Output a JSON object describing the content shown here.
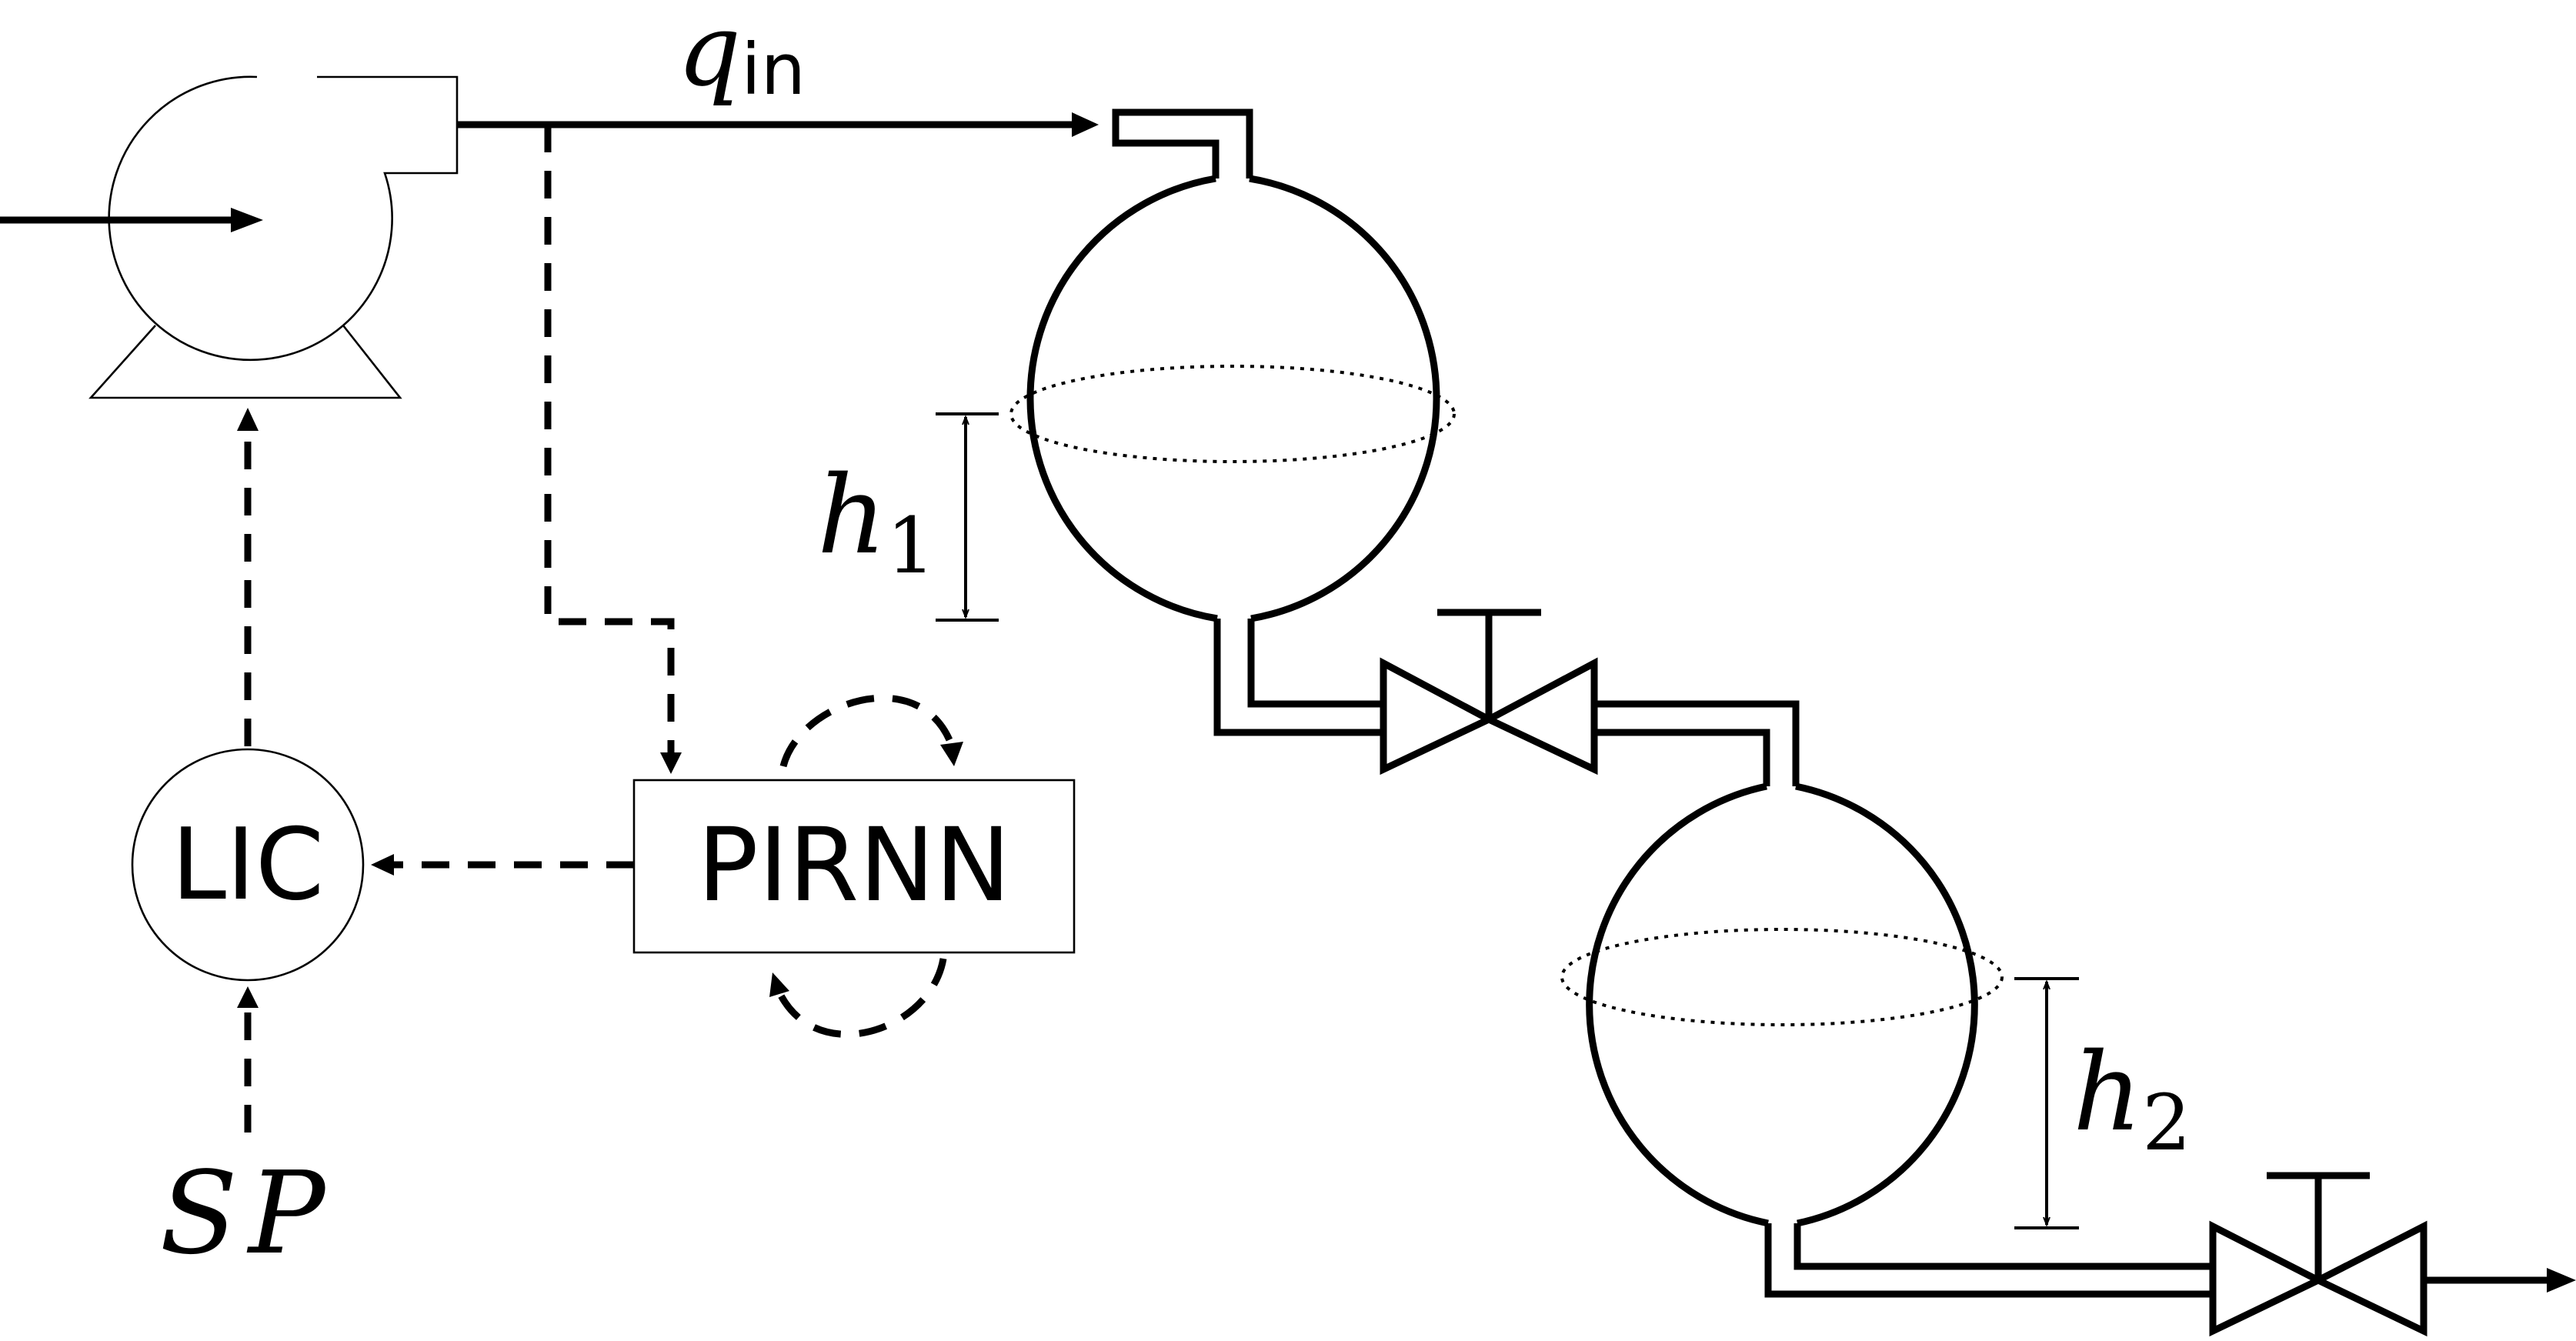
{
  "labels": {
    "q_symbol": "q",
    "q_subscript": "in",
    "h1_symbol": "h",
    "h1_subscript": "1",
    "h2_symbol": "h",
    "h2_subscript": "2",
    "setpoint": "SP",
    "controller": "LIC",
    "model": "PIRNN"
  },
  "colors": {
    "ink": "#000000",
    "background": "#ffffff"
  },
  "icons": {
    "pump": "centrifugal-pump-icon",
    "valve": "gate-valve-icon",
    "tank": "spherical-tank-icon"
  }
}
